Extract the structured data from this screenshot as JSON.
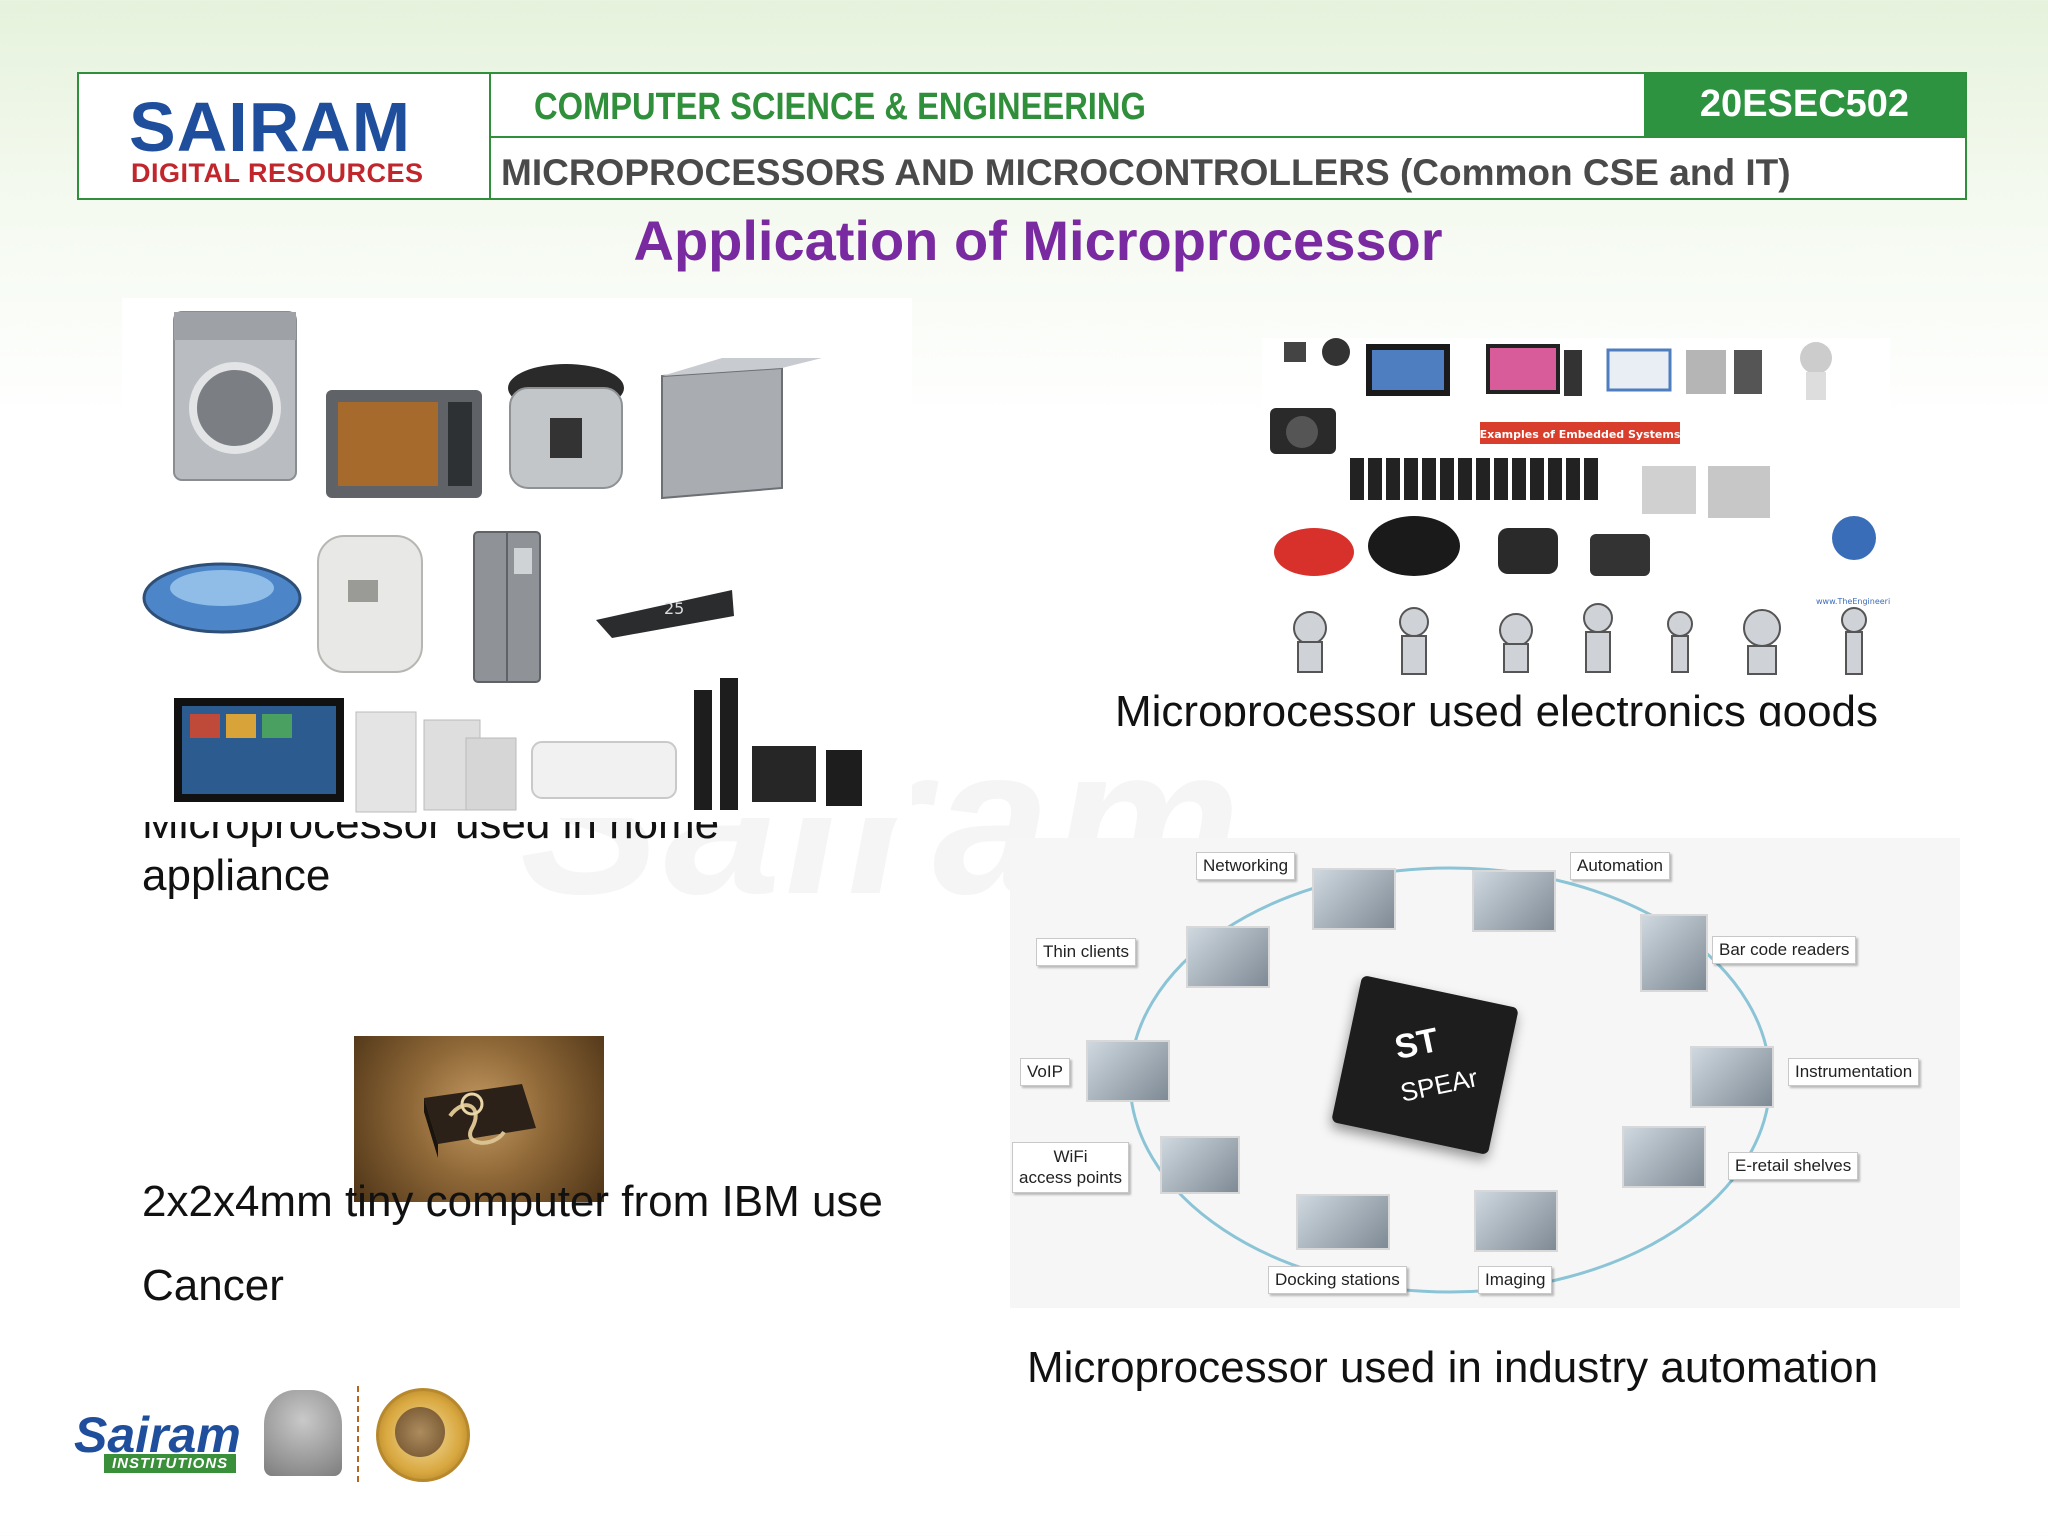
{
  "header": {
    "logo_main": "SAIRAM",
    "logo_sub": "DIGITAL RESOURCES",
    "department": "COMPUTER SCIENCE & ENGINEERING",
    "course_code": "20ESEC502",
    "subject": "MICROPROCESSORS AND MICROCONTROLLERS (Common CSE and IT)"
  },
  "slide": {
    "title": "Application of Microprocessor"
  },
  "captions": {
    "home_line1": "Microprocessor used in home",
    "home_line2": "appliance",
    "electronics": "Microprocessor used electronics goods",
    "ibm_line1": "2x2x4mm tiny computer from IBM use",
    "ibm_line2": "Cancer",
    "industry": "Microprocessor used in industry  automation"
  },
  "electronics_image": {
    "banner": "Examples of Embedded Systems",
    "credit": "www.TheEngineeringProjects.com"
  },
  "industry_diagram": {
    "chip_brand": "ST",
    "chip_name": "SPEAr",
    "nodes": {
      "networking": "Networking",
      "automation": "Automation",
      "thin_clients": "Thin clients",
      "bar_code_readers": "Bar code readers",
      "voip": "VoIP",
      "instrumentation": "Instrumentation",
      "wifi_line1": "WiFi",
      "wifi_line2": "access points",
      "e_retail": "E-retail shelves",
      "docking": "Docking stations",
      "imaging": "Imaging"
    }
  },
  "footer": {
    "brand": "Sairam",
    "brand_sub": "INSTITUTIONS"
  },
  "watermark": "Sairam"
}
